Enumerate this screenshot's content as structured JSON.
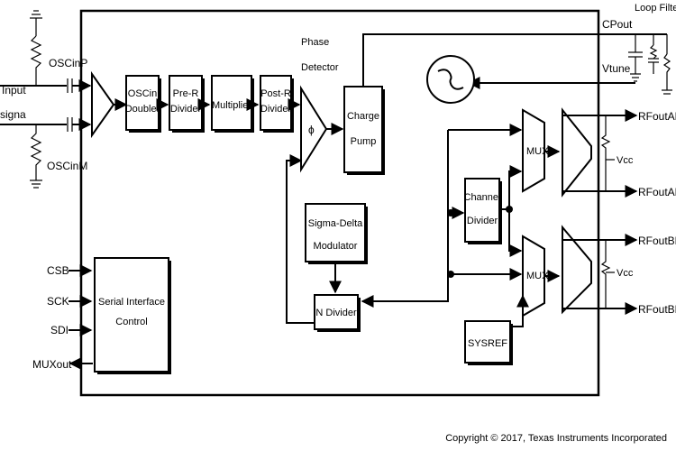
{
  "pins_left": {
    "osc_in_p": "OSCinP",
    "osc_in_m": "OSCinM",
    "input_line1": "Input",
    "input_line2": "signa",
    "csb": "CSB",
    "sck": "SCK",
    "sdi": "SDI",
    "muxout": "MUXout"
  },
  "pins_right": {
    "loop_filter": "Loop Filter",
    "cpout": "CPout",
    "vtune": "Vtune",
    "rfoutap": "RFoutAP",
    "rfoutam": "RFoutAM",
    "rfoutbm": "RFoutBM",
    "rfoutbp": "RFoutBP",
    "vcc_a": "Vcc",
    "vcc_b": "Vcc"
  },
  "blocks": {
    "osc_doubler_l1": "OSCin",
    "osc_doubler_l2": "Doubler",
    "pre_r_l1": "Pre-R",
    "pre_r_l2": "Divider",
    "multiplier": "Multiplier",
    "post_r_l1": "Post-R",
    "post_r_l2": "Divider",
    "pd_l1": "Phase",
    "pd_l2": "Detector",
    "pd_symbol": "ϕ",
    "cp_l1": "Charge",
    "cp_l2": "Pump",
    "sdm_l1": "Sigma-Delta",
    "sdm_l2": "Modulator",
    "n_divider": "N Divider",
    "ch_div_l1": "Channel",
    "ch_div_l2": "Divider",
    "mux_a": "MUX",
    "mux_b": "MUX",
    "sysref": "SYSREF",
    "serial_l1": "Serial Interface",
    "serial_l2": "Control"
  },
  "footer": {
    "copyright": "Copyright © 2017, Texas Instruments Incorporated"
  }
}
